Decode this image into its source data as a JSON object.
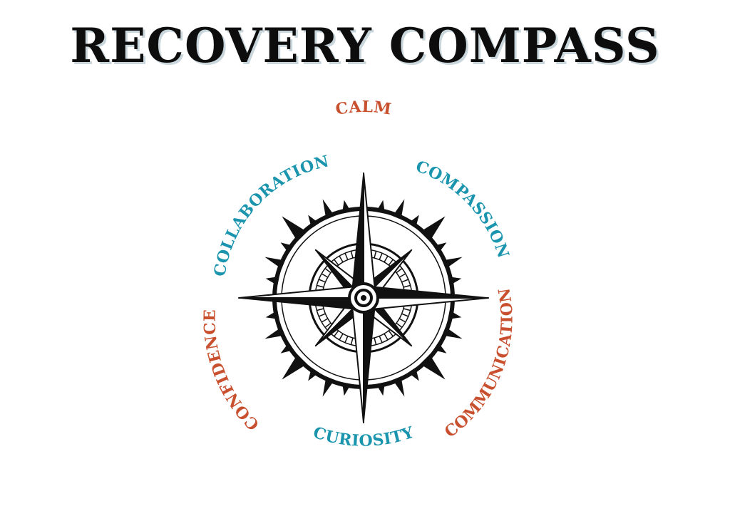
{
  "title": "RECOVERY COMPASS",
  "colors": {
    "title": "#0d0d0d",
    "shadow": "#c9d6dc",
    "orange": "#c8502e",
    "teal": "#1b95ae",
    "ink": "#111111"
  },
  "values": [
    {
      "text": "CALM",
      "color": "#c8502e"
    },
    {
      "text": "COMPASSION",
      "color": "#1b95ae"
    },
    {
      "text": "COMMUNICATION",
      "color": "#c8502e"
    },
    {
      "text": "CURIOSITY",
      "color": "#1b95ae"
    },
    {
      "text": "CONFIDENCE",
      "color": "#c8502e"
    },
    {
      "text": "COLLABORATION",
      "color": "#1b95ae"
    }
  ]
}
